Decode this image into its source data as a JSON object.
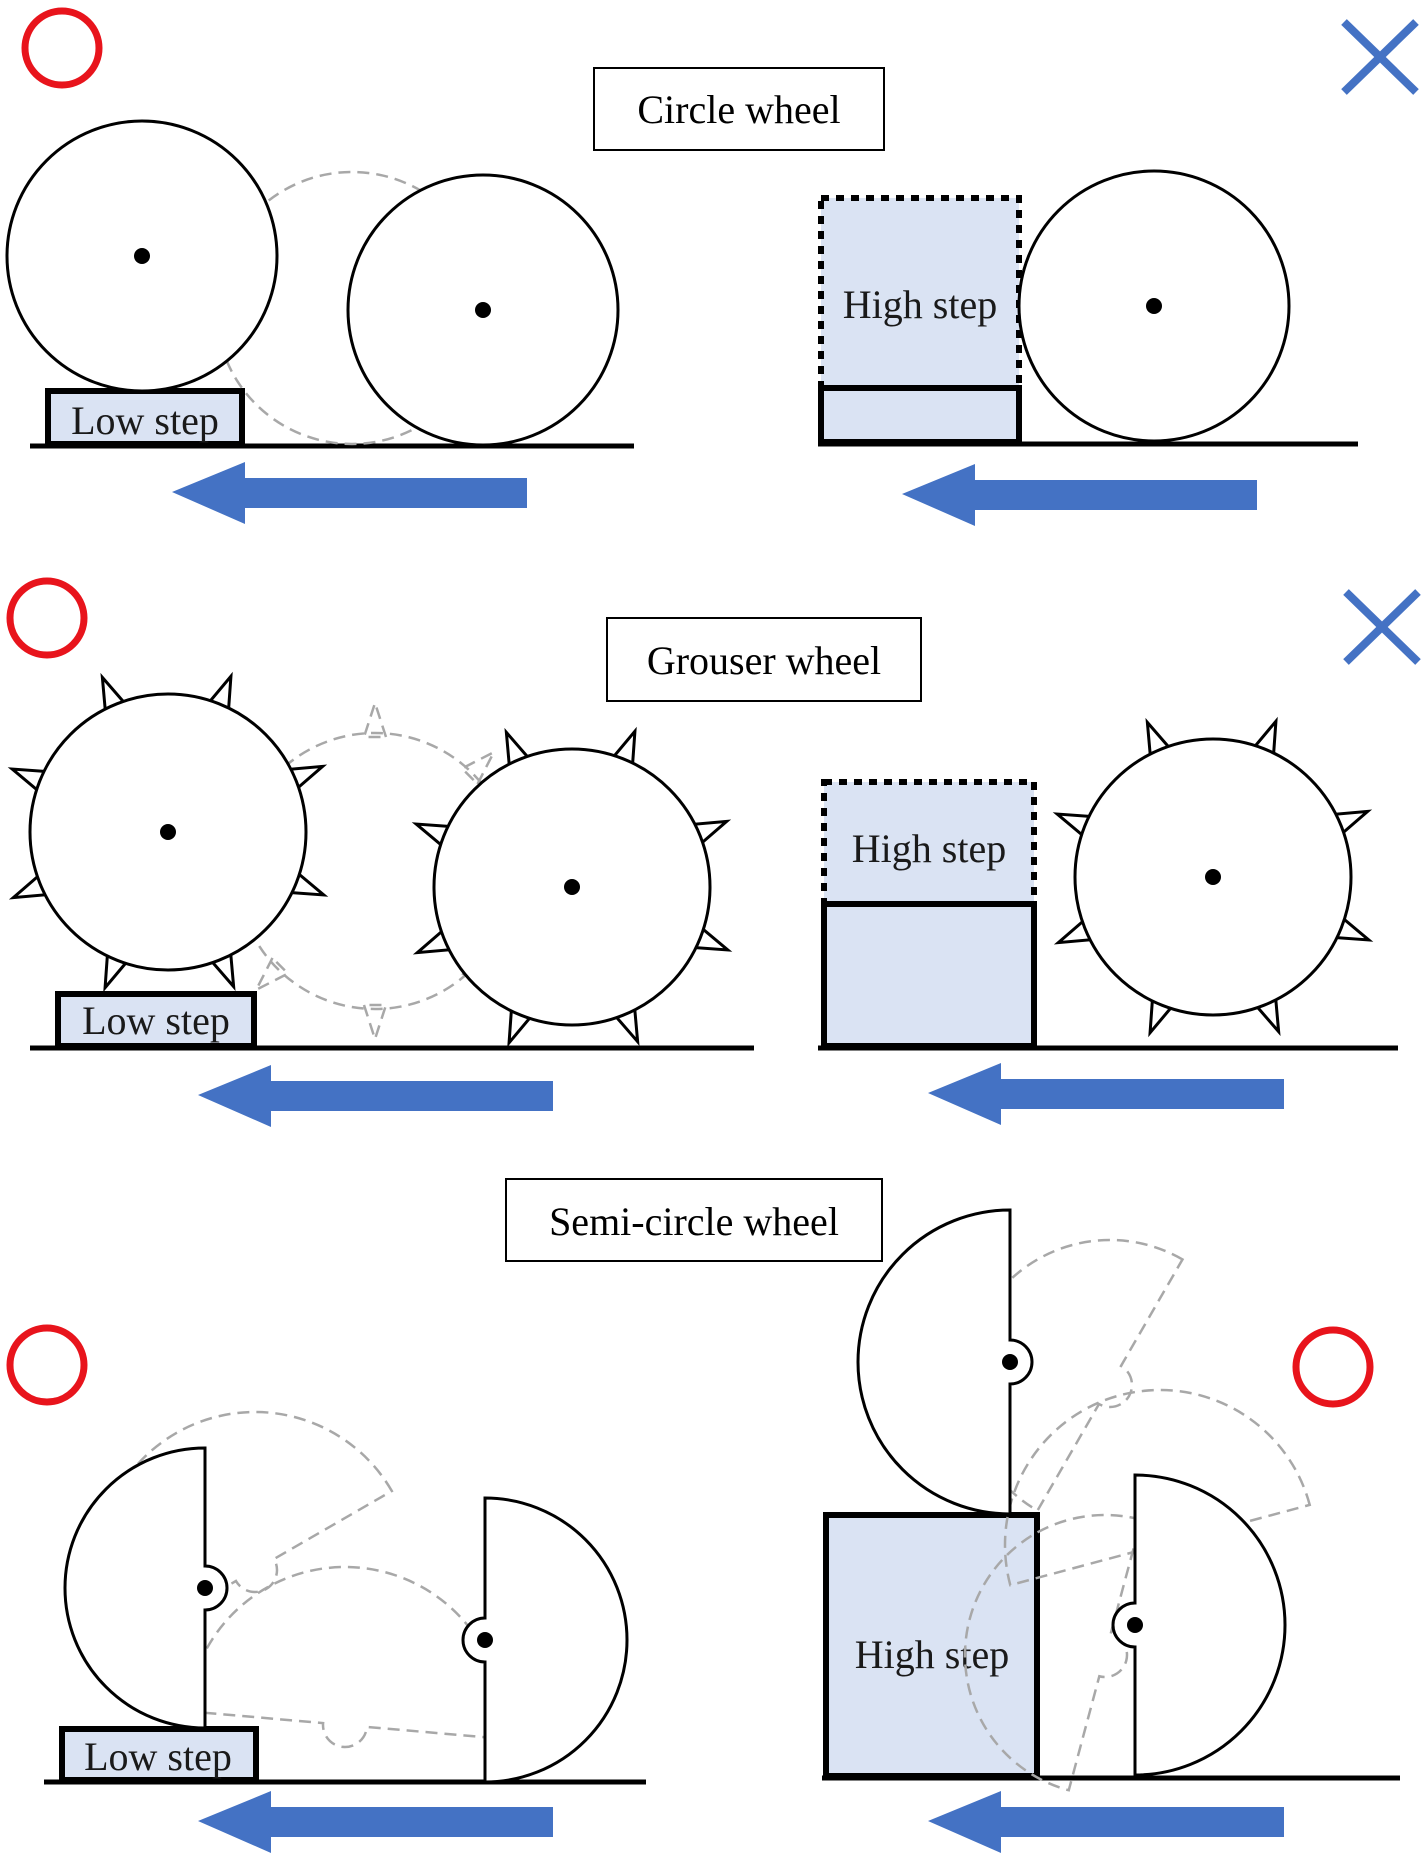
{
  "colors": {
    "ok_mark": "#e8141c",
    "ng_mark": "#4472c4",
    "arrow": "#4472c4",
    "step_fill": "#dae3f3",
    "ghost_stroke": "#a8a8a8"
  },
  "sections": [
    {
      "title": "Circle wheel",
      "low_step_label": "Low step",
      "high_step_label": "High step",
      "low_step_result": "circle-ok-mark",
      "high_step_result": "cross-ng-mark"
    },
    {
      "title": "Grouser wheel",
      "low_step_label": "Low step",
      "high_step_label": "High step",
      "low_step_result": "circle-ok-mark",
      "high_step_result": "cross-ng-mark"
    },
    {
      "title": "Semi-circle wheel",
      "low_step_label": "Low step",
      "high_step_label": "High step",
      "low_step_result": "circle-ok-mark",
      "high_step_result": "circle-ok-mark"
    }
  ],
  "direction_arrow_icon": "left-arrow-icon"
}
